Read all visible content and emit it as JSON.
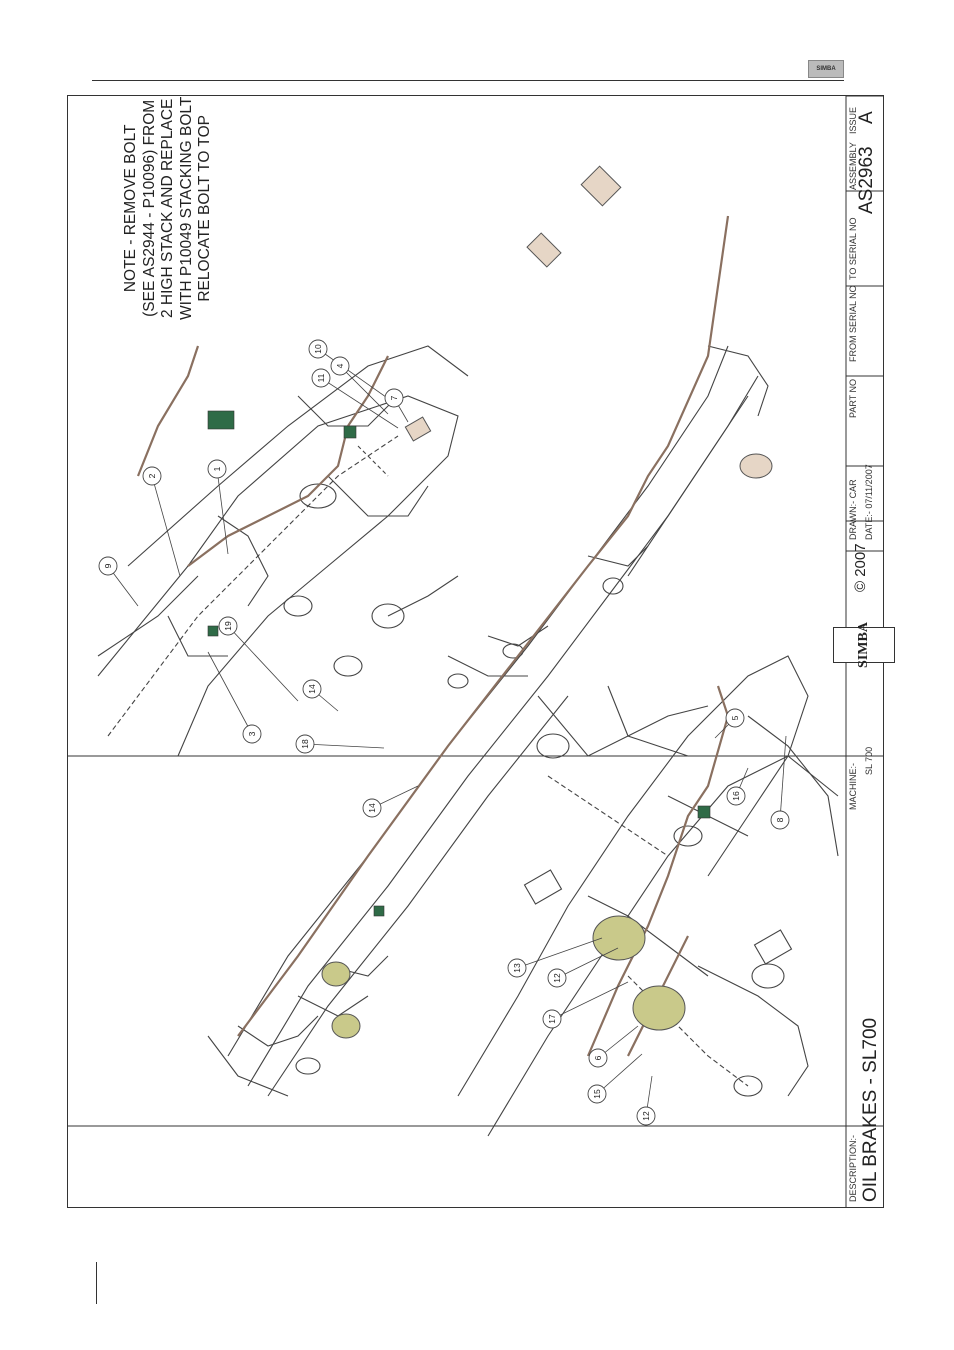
{
  "header": {
    "logo_text": "SIMBA"
  },
  "note": {
    "lines": [
      "NOTE - REMOVE BOLT",
      "(SEE AS2944 - P10096) FROM",
      "2 HIGH STACK  AND REPLACE",
      "WITH P10049 STACKING BOLT",
      "RELOCATE BOLT TO TOP"
    ]
  },
  "callouts": [
    {
      "label": "1"
    },
    {
      "label": "2"
    },
    {
      "label": "9"
    },
    {
      "label": "19"
    },
    {
      "label": "14"
    },
    {
      "label": "14"
    },
    {
      "label": "4"
    },
    {
      "label": "10"
    },
    {
      "label": "11"
    },
    {
      "label": "7"
    },
    {
      "label": "3"
    },
    {
      "label": "18"
    },
    {
      "label": "5"
    },
    {
      "label": "16"
    },
    {
      "label": "8"
    },
    {
      "label": "13"
    },
    {
      "label": "12"
    },
    {
      "label": "17"
    },
    {
      "label": "6"
    },
    {
      "label": "15"
    },
    {
      "label": "12"
    }
  ],
  "title_block": {
    "description_caption": "DESCRIPTION:-",
    "description_value": "OIL BRAKES - SL700",
    "machine_caption": "MACHINE:-",
    "machine_value": "SL 700",
    "logo_text": "SIMBA",
    "copyright": "© 2007",
    "drawn": "DRAWN:- CAR",
    "date": "DATE:- 07/11/2007",
    "part_no_caption": "PART NO",
    "from_serial_caption": "FROM SERIAL NO",
    "to_serial_caption": "TO SERIAL NO",
    "assembly_caption": "ASSEMBLY",
    "assembly_value": "AS2963",
    "issue_caption": "ISSUE",
    "issue_value": "A"
  },
  "colors": {
    "line": "#333333",
    "pipe": "#8a7060",
    "green_part": "#2f6b47",
    "reservoir": "#c9c98a"
  }
}
